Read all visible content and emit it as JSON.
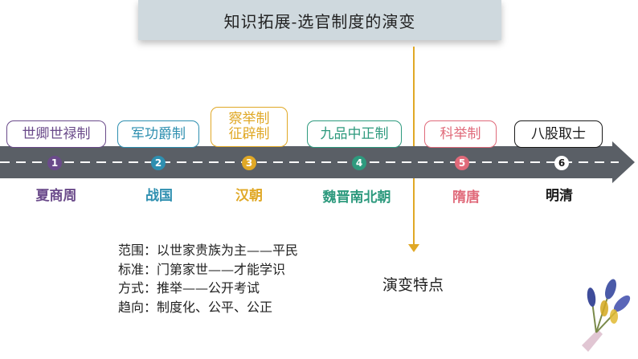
{
  "title": "知识拓展-选官制度的演变",
  "timeline": [
    {
      "label": "世卿世禄制",
      "num": "1",
      "era": "夏商周",
      "color": "#6a4a8a"
    },
    {
      "label": "军功爵制",
      "num": "2",
      "era": "战国",
      "color": "#2e8fb0"
    },
    {
      "label": "察举制 征辟制",
      "num": "3",
      "era": "汉朝",
      "color": "#e0a826"
    },
    {
      "label": "九品中正制",
      "num": "4",
      "era": "魏晋南北朝",
      "color": "#2e9a7e"
    },
    {
      "label": "科举制",
      "num": "5",
      "era": "隋唐",
      "color": "#e06a7a"
    },
    {
      "label": "八股取士",
      "num": "6",
      "era": "明清",
      "color": "#1a1a1a"
    }
  ],
  "details": [
    "范围：以世家贵族为主——平民",
    "标准：门第家世——才能学识",
    "方式：推举——公开考试",
    "趋向：制度化、公平、公正"
  ],
  "characteristic_label": "演变特点"
}
